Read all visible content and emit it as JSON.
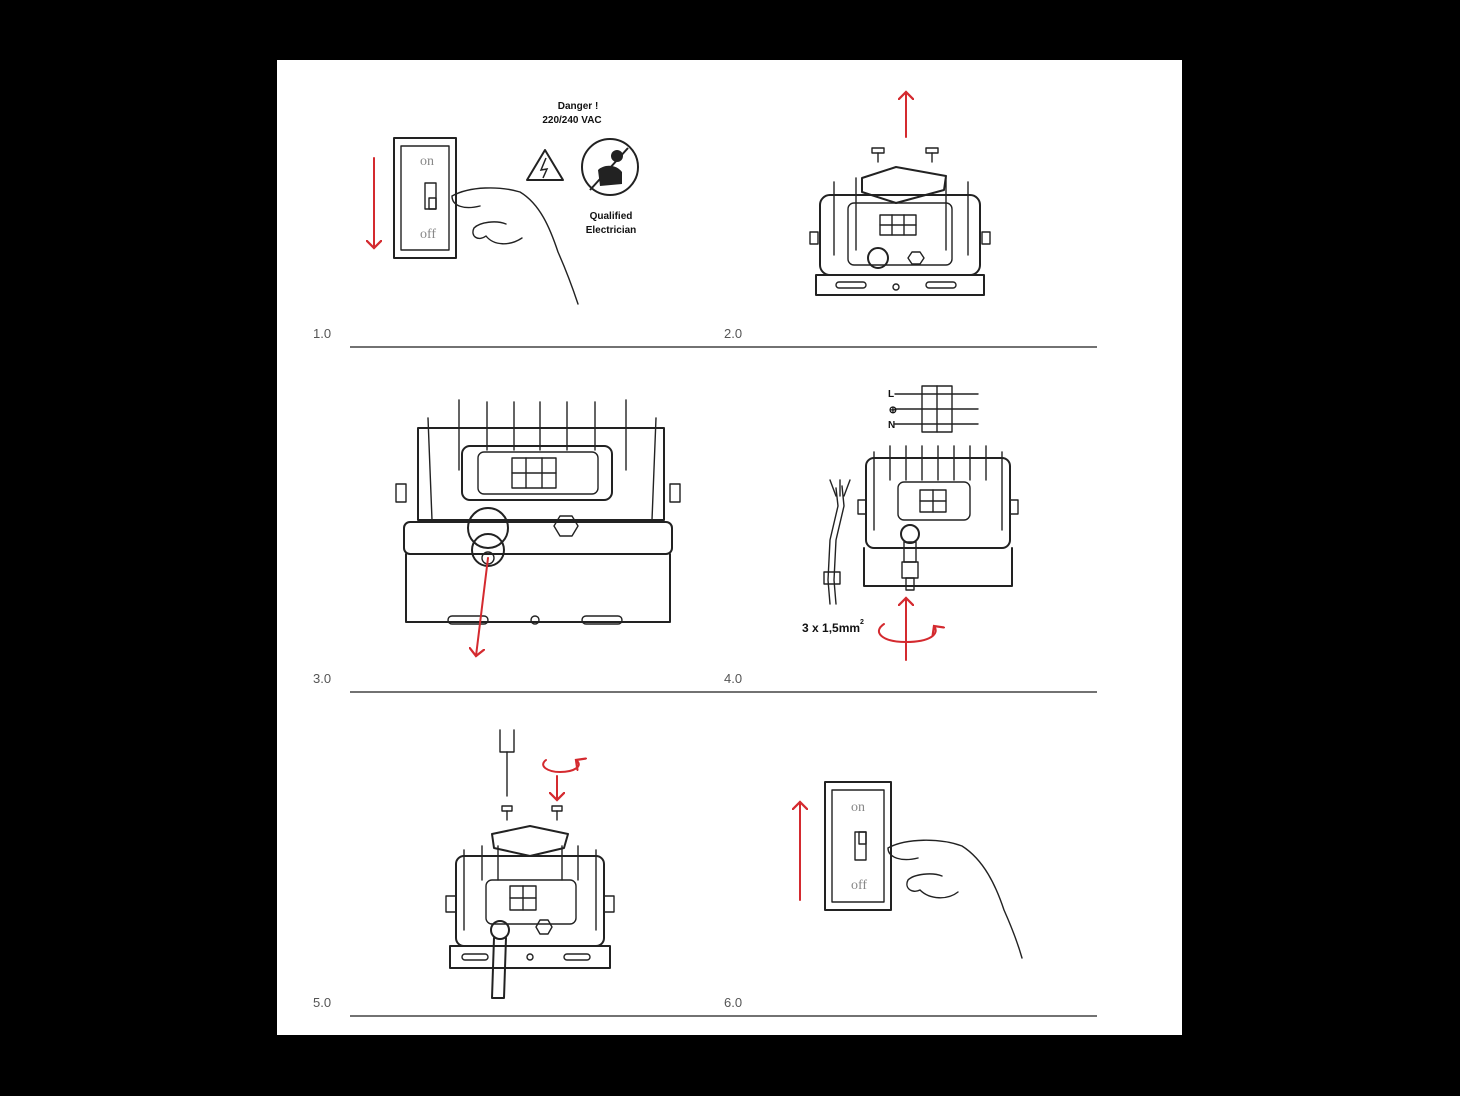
{
  "steps": [
    {
      "number": "1.0",
      "switch_on": "on",
      "switch_off": "off"
    },
    {
      "number": "2.0"
    },
    {
      "number": "3.0"
    },
    {
      "number": "4.0",
      "wire_spec": "3 x 1,5mm",
      "wire_spec_sup": "2",
      "terminal_labels": [
        "L",
        "⊕",
        "N"
      ]
    },
    {
      "number": "5.0"
    },
    {
      "number": "6.0",
      "switch_on": "on",
      "switch_off": "off"
    }
  ],
  "warning": {
    "line1": "Danger !",
    "line2": "220/240 VAC",
    "qualified_line1": "Qualified",
    "qualified_line2": "Electrician"
  },
  "colors": {
    "accent": "#d42a2f",
    "line": "#222222",
    "background": "#000000",
    "sheet": "#ffffff"
  }
}
